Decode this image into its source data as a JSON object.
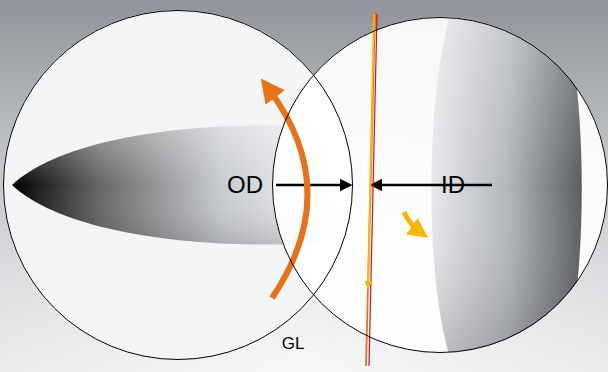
{
  "diagram": {
    "nodes": [
      {
        "text": [
          "OD"
        ]
      },
      {
        "text": [
          "ID"
        ]
      }
    ],
    "labels": [
      "GL"
    ]
  }
}
